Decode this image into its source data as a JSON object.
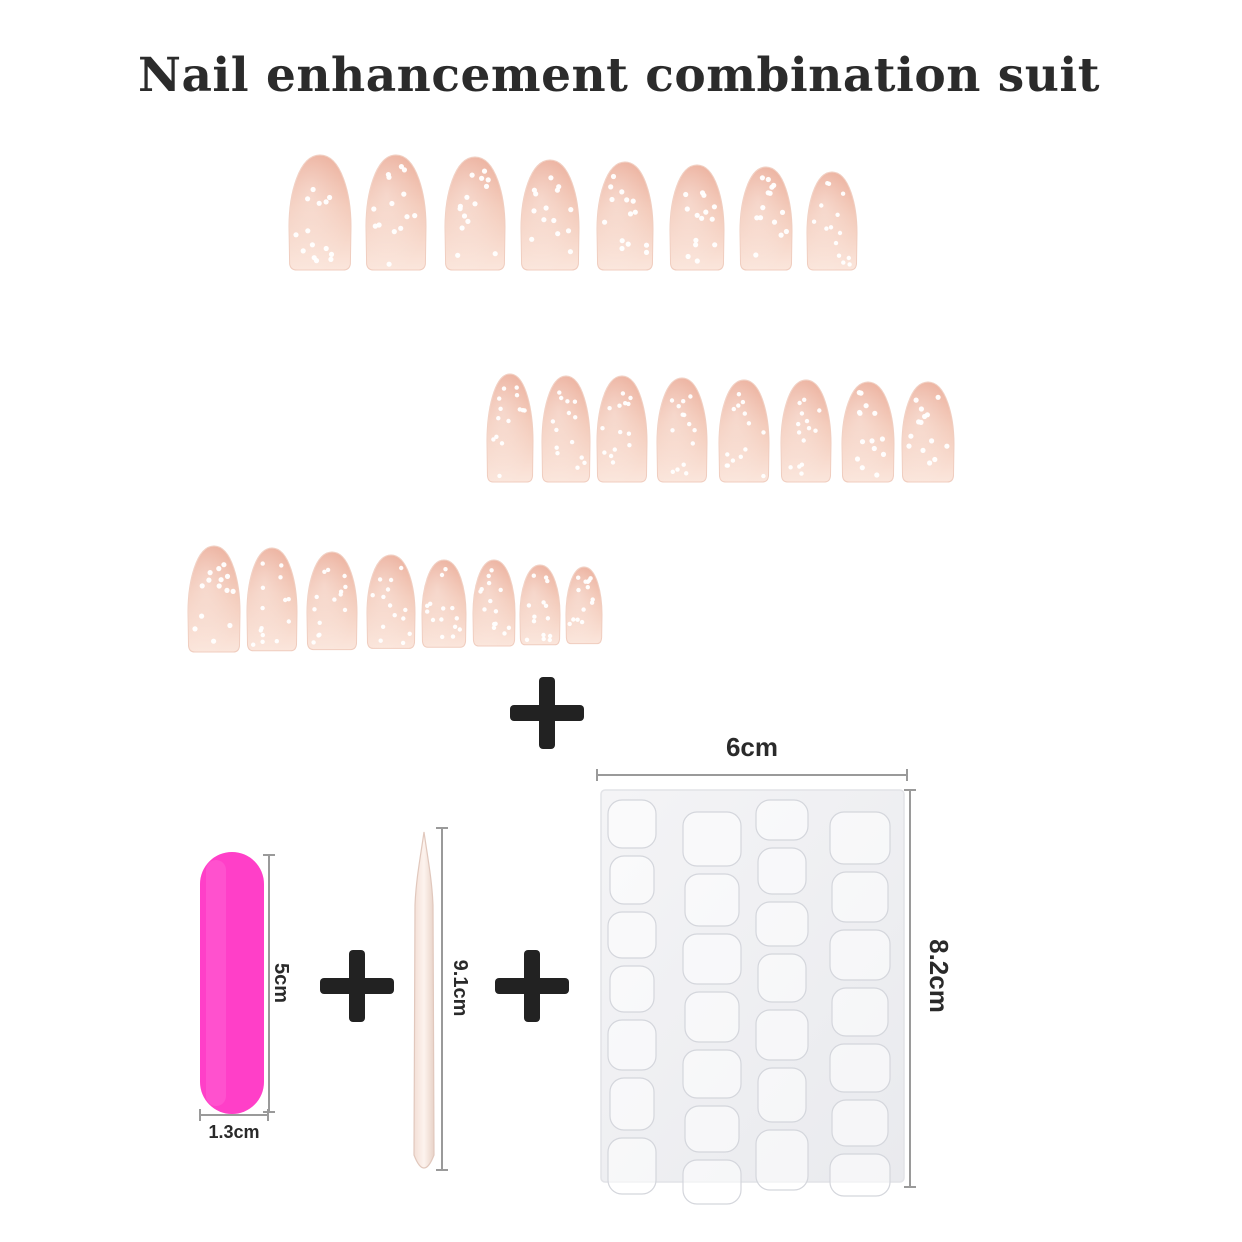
{
  "title": "Nail enhancement combination suit",
  "dimensions": {
    "nail_file_height": "5cm",
    "nail_file_width": "1.3cm",
    "cuticle_stick_length": "9.1cm",
    "adhesive_sheet_width": "6cm",
    "adhesive_sheet_height": "8.2cm"
  },
  "nail_rows": [
    {
      "count": 8
    },
    {
      "count": 8
    },
    {
      "count": 8
    }
  ],
  "colors": {
    "nail_base": "#f3d2c4",
    "nail_tip": "#e8a994",
    "nail_file": "#ff3fc8",
    "plus": "#222222",
    "dimension_line": "#9a9a9a"
  },
  "icons": [
    "plus-icon",
    "plus-icon",
    "plus-icon"
  ]
}
